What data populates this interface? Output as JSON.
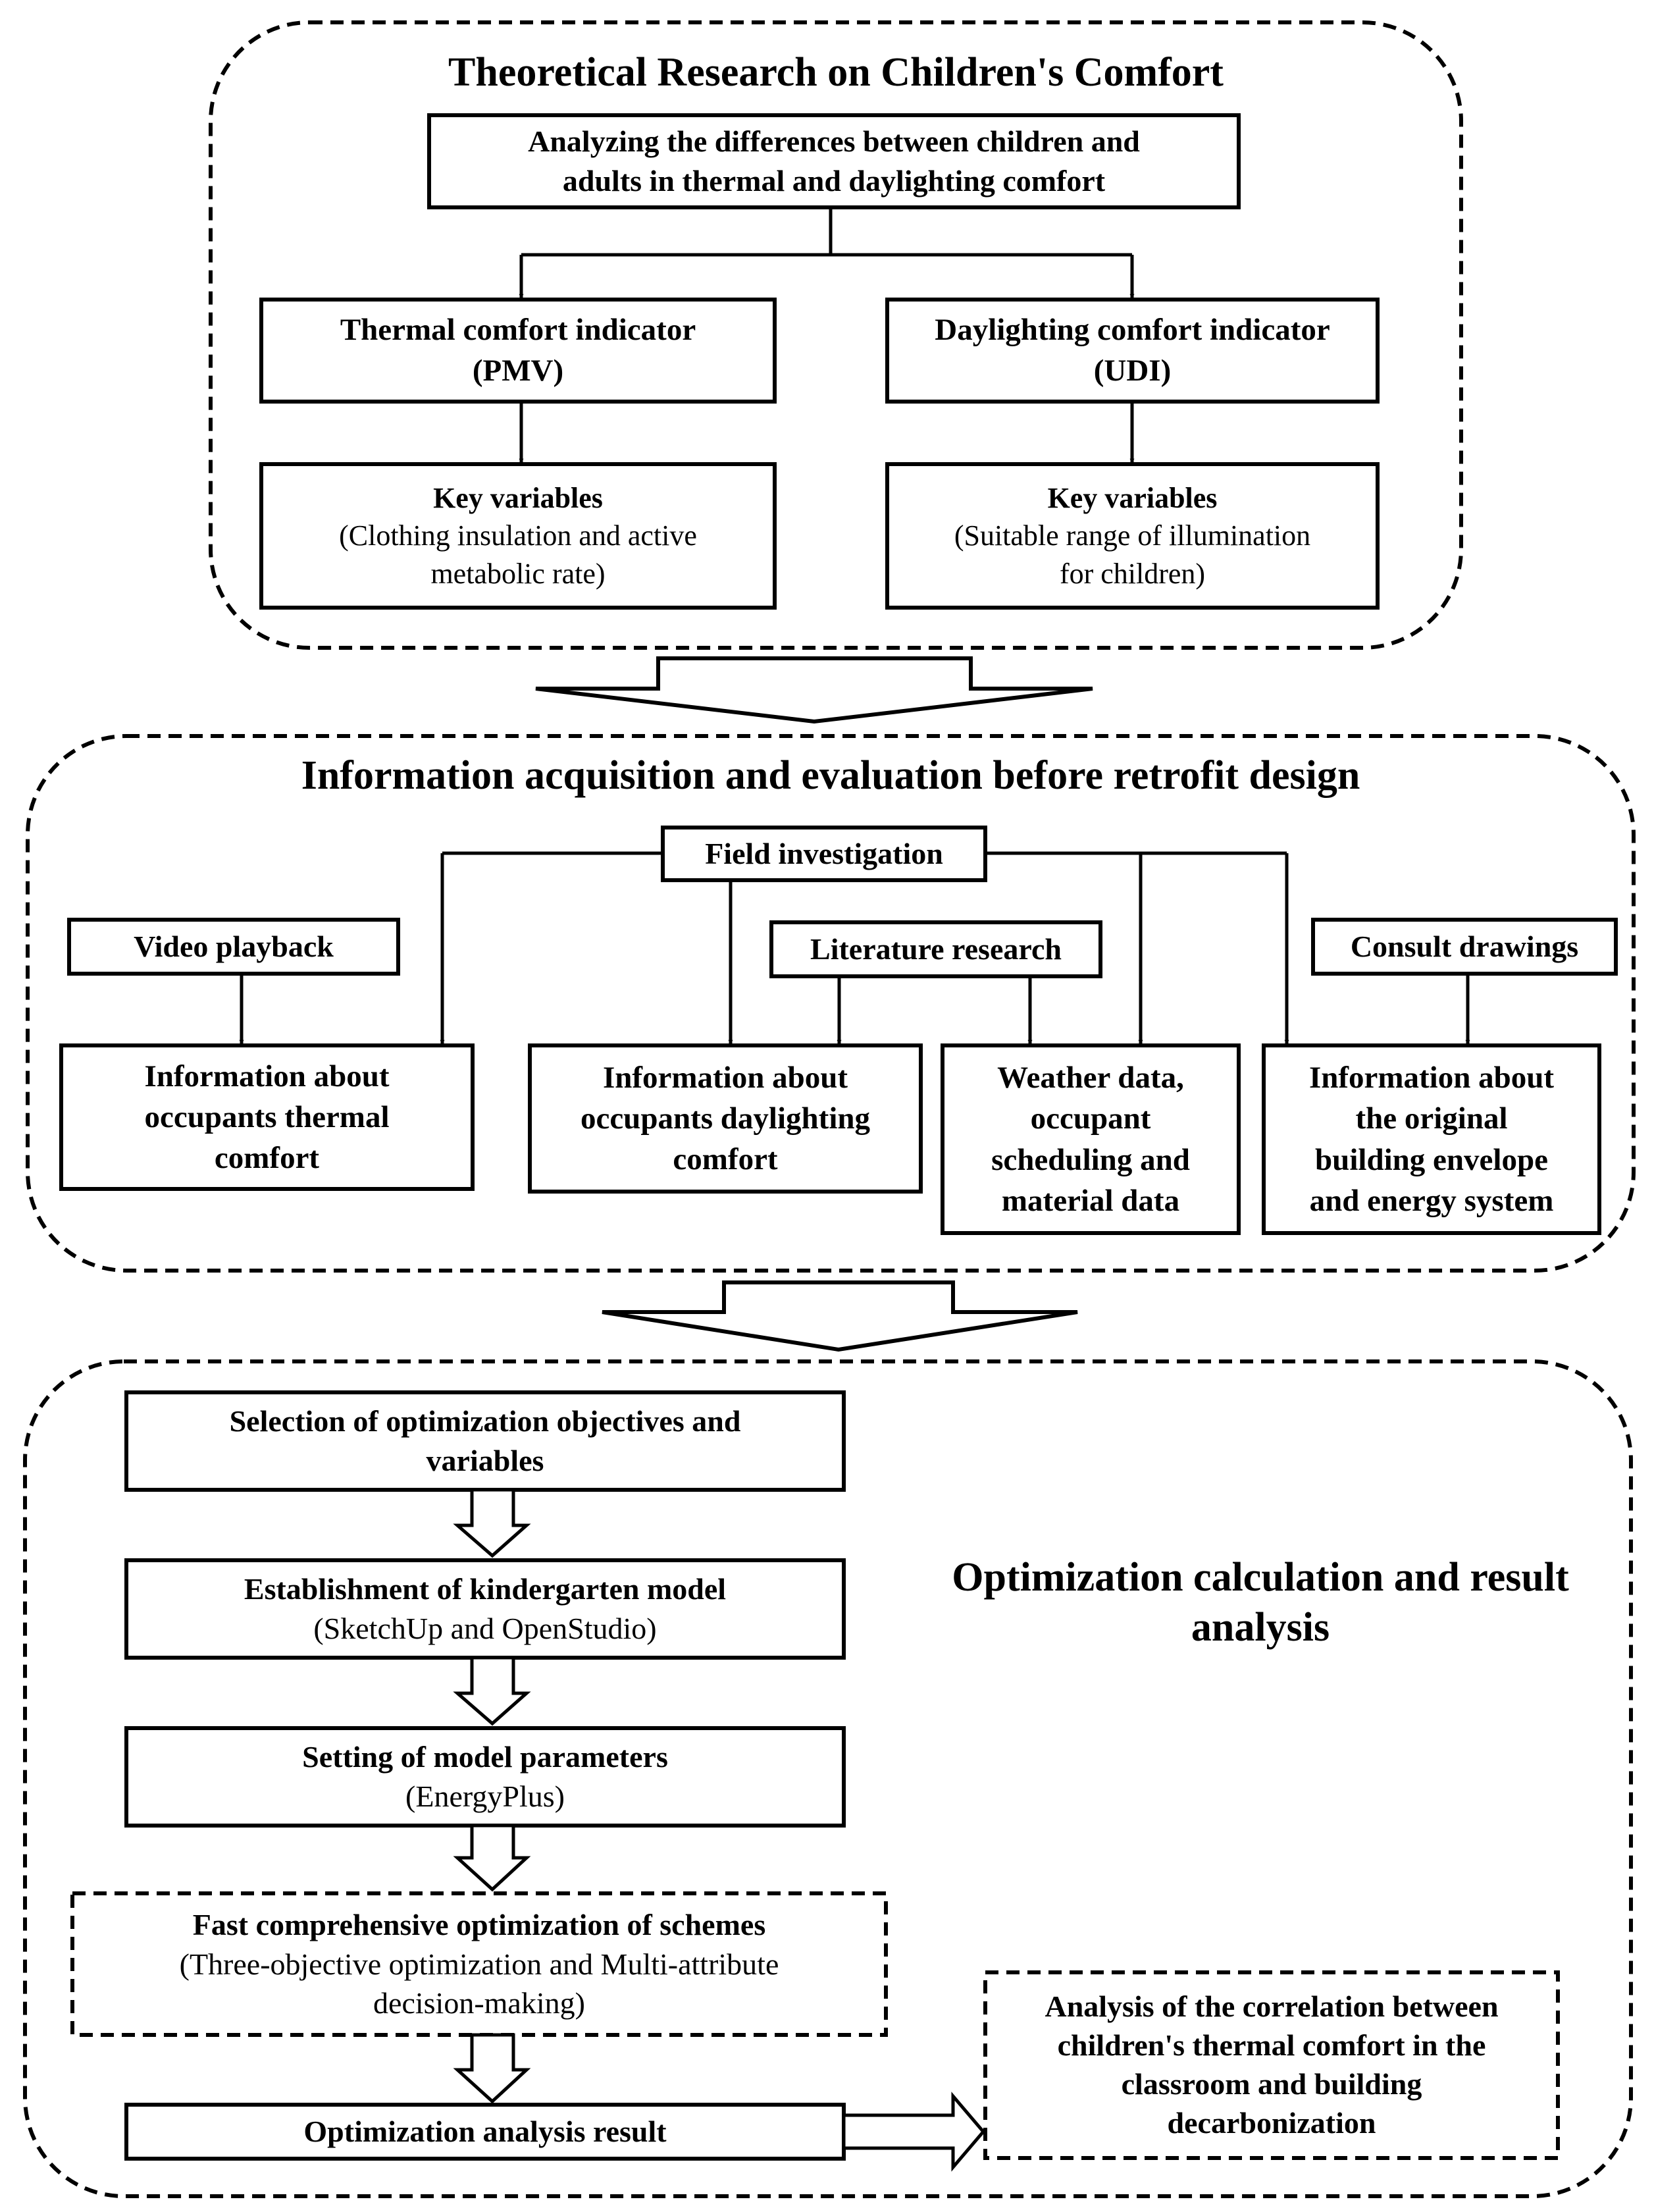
{
  "sections": {
    "theory": {
      "title": "Theoretical Research on Children's Comfort"
    },
    "info": {
      "title": "Information acquisition and evaluation before retrofit design"
    },
    "optimization": {
      "title": "Optimization calculation and result analysis"
    }
  },
  "theory": {
    "analyzing": {
      "line1": "Analyzing the differences between children and",
      "line2": "adults in thermal and daylighting comfort"
    },
    "thermal_indicator": {
      "title": "Thermal comfort indicator",
      "sub": "(PMV)"
    },
    "daylight_indicator": {
      "title": "Daylighting comfort indicator",
      "sub": "(UDI)"
    },
    "thermal_key": {
      "title": "Key variables",
      "line1": "(Clothing insulation and active",
      "line2": "metabolic rate)"
    },
    "daylight_key": {
      "title": "Key variables",
      "line1": "(Suitable range of illumination",
      "line2": "for children)"
    }
  },
  "info": {
    "field": "Field investigation",
    "video": "Video playback",
    "literature": "Literature research",
    "drawings": "Consult drawings",
    "thermal_info": {
      "line1": "Information about",
      "line2": "occupants thermal",
      "line3": "comfort"
    },
    "daylight_info": {
      "line1": "Information about",
      "line2": "occupants daylighting",
      "line3": "comfort"
    },
    "weather": {
      "line1": "Weather data,",
      "line2": "occupant",
      "line3": "scheduling and",
      "line4": "material data"
    },
    "envelope": {
      "line1": "Information about",
      "line2": "the original",
      "line3": "building envelope",
      "line4": "and energy system"
    }
  },
  "optimization": {
    "selection": {
      "line1": "Selection of optimization objectives and",
      "line2": "variables"
    },
    "model": {
      "title": "Establishment of kindergarten model",
      "sub": "(SketchUp and OpenStudio)"
    },
    "parameters": {
      "title": "Setting of model parameters",
      "sub": "(EnergyPlus)"
    },
    "fast": {
      "title": "Fast comprehensive optimization of schemes",
      "line1": "(Three-objective optimization and Multi-attribute",
      "line2": "decision-making)"
    },
    "result": "Optimization analysis result",
    "correlation": {
      "line1": "Analysis of the correlation between",
      "line2": "children's thermal comfort in the",
      "line3": "classroom and building",
      "line4": "decarbonization"
    }
  }
}
